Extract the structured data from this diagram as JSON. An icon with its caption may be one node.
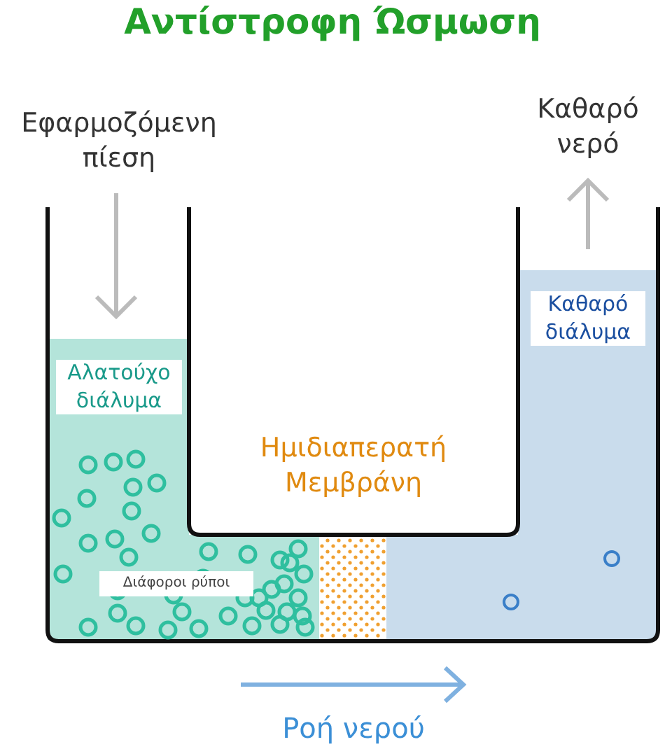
{
  "diagram": {
    "title": "Αντίστροφη Ώσμωση",
    "labels": [
      "Εφαρμοζόμενη πίεση",
      "Καθαρό νερό",
      "Καθαρό διάλυμα",
      "Αλατούχο διάλυμα",
      "Ημιδιαπερατή Μεμβράνη",
      "Διάφοροι ρύποι",
      "Ροή νερού"
    ]
  }
}
